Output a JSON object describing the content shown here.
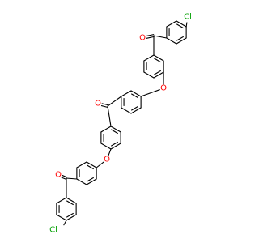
{
  "molecule": {
    "atoms": {
      "o_top": "O",
      "cl_top": "Cl",
      "o_ether1": "O",
      "o_center": "O",
      "o_ether2": "O",
      "o_bottom": "O",
      "cl_bottom": "Cl"
    }
  },
  "colors": {
    "bond": "#000000",
    "oxygen": "#ff0000",
    "chlorine": "#00a000",
    "background": "#ffffff"
  }
}
